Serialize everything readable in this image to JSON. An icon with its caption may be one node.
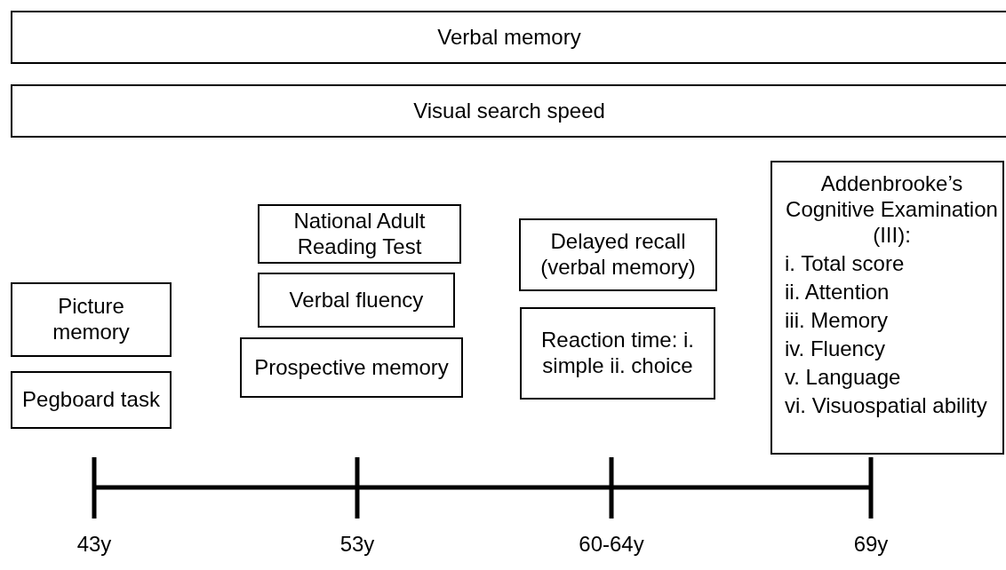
{
  "diagram": {
    "nodes": [
      {
        "text": [
          "Verbal memory"
        ]
      },
      {
        "text": [
          "Visual search speed"
        ]
      },
      {
        "text": [
          "Addenbrooke’s Cognitive Examination (III):",
          "i. Total score",
          "ii. Attention",
          "iii. Memory",
          "iv. Fluency",
          "v. Language",
          "vi. Visuospatial ability"
        ]
      },
      {
        "text": [
          "National Adult Reading Test"
        ]
      },
      {
        "text": [
          "Delayed recall (verbal memory)"
        ]
      },
      {
        "text": [
          "Verbal fluency"
        ]
      },
      {
        "text": [
          "Picture memory"
        ]
      },
      {
        "text": [
          "Reaction time: i. simple ii. choice"
        ]
      },
      {
        "text": [
          "Prospective memory"
        ]
      },
      {
        "text": [
          "Pegboard task"
        ]
      }
    ],
    "edges": [],
    "labels": [
      "43y",
      "53y",
      "60-64y",
      "69y"
    ]
  }
}
